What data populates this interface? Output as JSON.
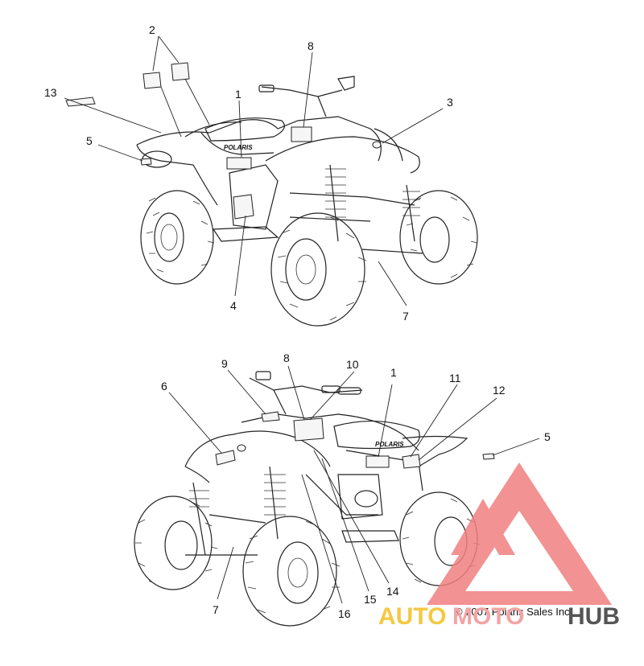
{
  "callouts_top": [
    "2",
    "8",
    "13",
    "1",
    "3",
    "5",
    "4",
    "7"
  ],
  "callouts_bottom": [
    "8",
    "9",
    "10",
    "1",
    "6",
    "11",
    "12",
    "5",
    "7",
    "16",
    "15",
    "14"
  ],
  "brand_label": "POLARIS",
  "copyright": "© 2007 Polaris Sales Inc.",
  "watermark": {
    "text_left": "AUTO",
    "text_mid": "MOTO",
    "text_right": "HUB",
    "color_triangle": "#f08080",
    "color_auto": "#f5c842",
    "color_moto": "#f3a3a3",
    "color_hub": "#555555"
  }
}
